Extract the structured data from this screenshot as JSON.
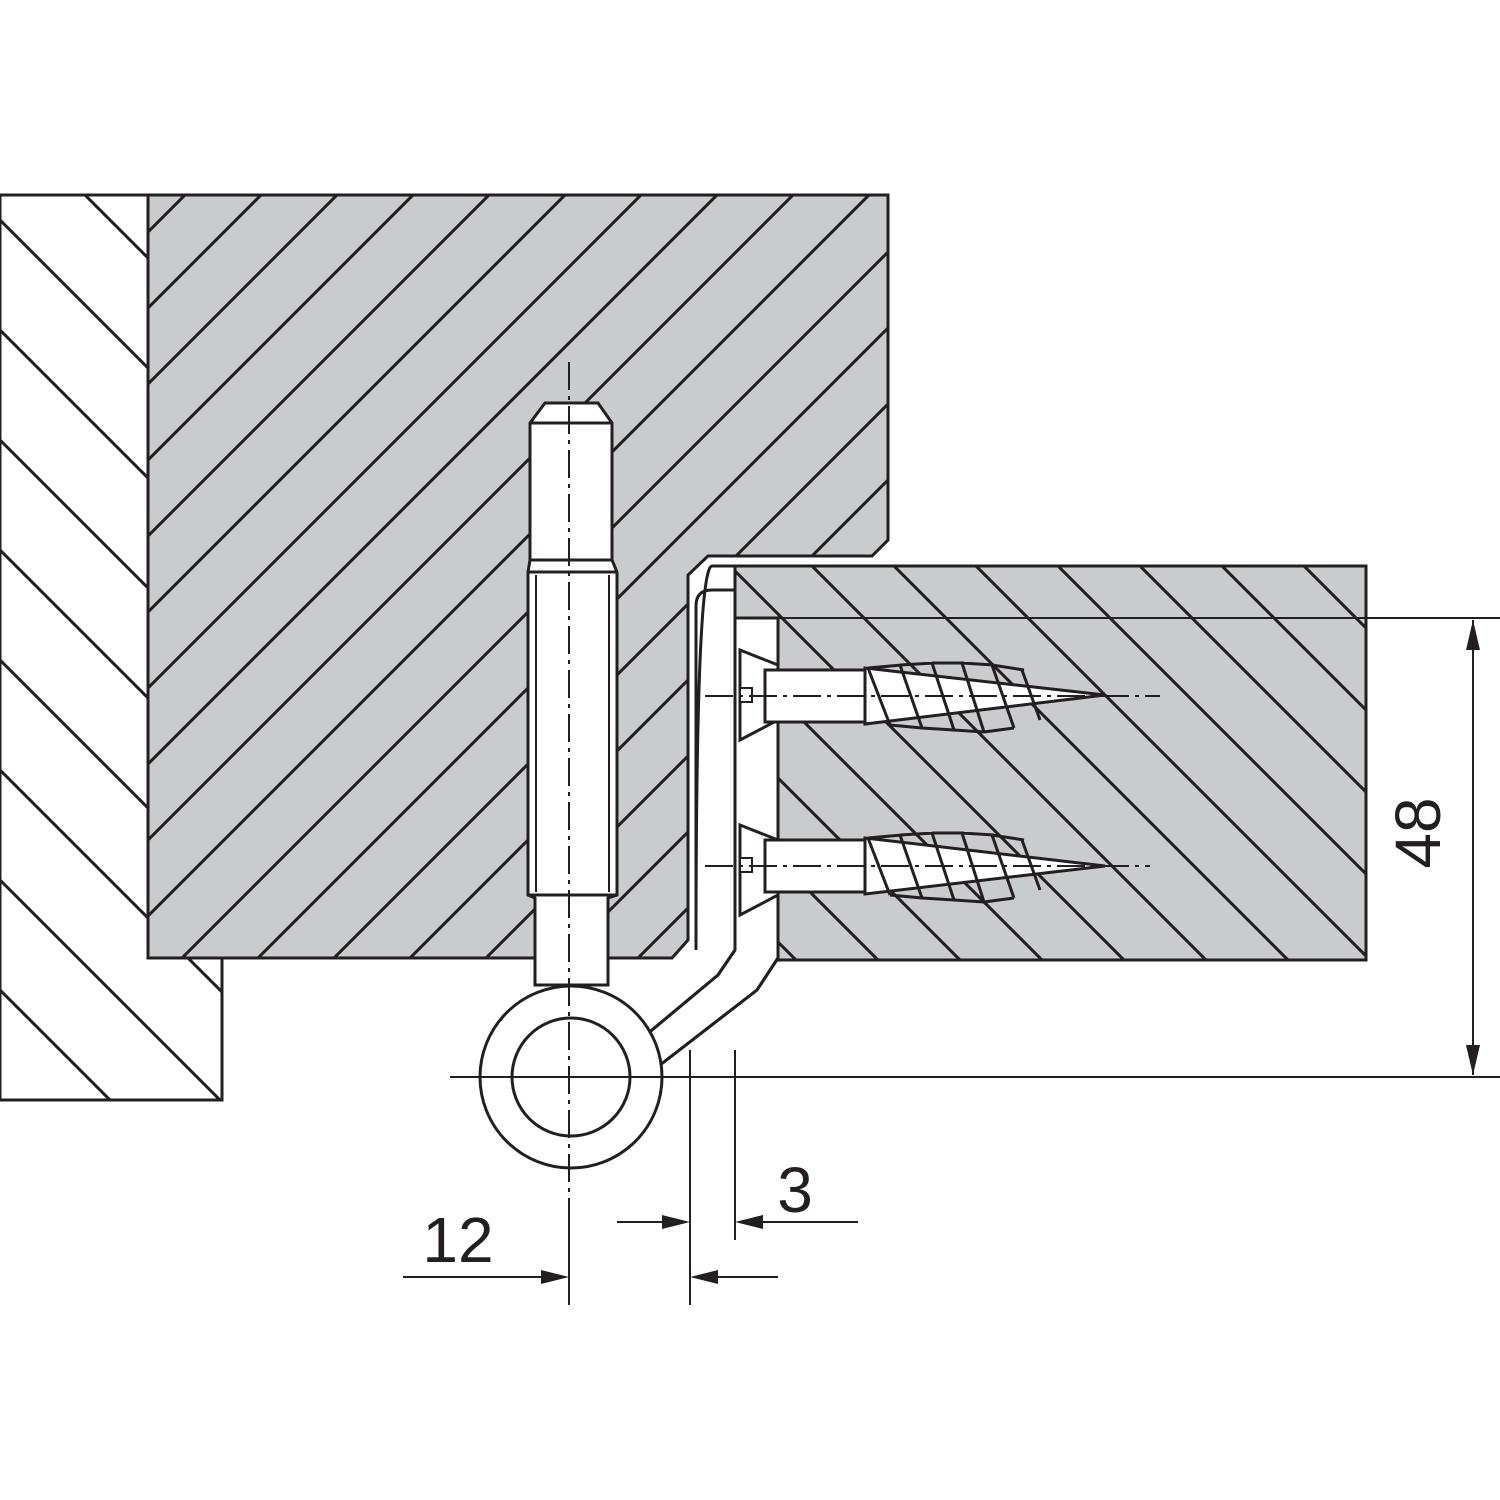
{
  "dimensions": {
    "height": "48",
    "offset_gap": "3",
    "pin_offset": "12"
  },
  "colors": {
    "line": "#231f20",
    "section_fill": "#c9cbcc",
    "background": "#ffffff"
  }
}
